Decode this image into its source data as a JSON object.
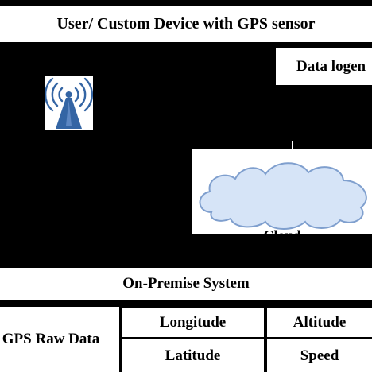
{
  "device_banner": {
    "label": "User/ Custom Device with GPS sensor"
  },
  "data_logger": {
    "label": "Data logen"
  },
  "cloud": {
    "label": "Cloud"
  },
  "onprem_banner": {
    "label": "On-Premise System"
  },
  "gps_table": {
    "row_header": "GPS Raw Data",
    "fields": [
      "Longitude",
      "Altitude",
      "Latitude",
      "Speed"
    ]
  },
  "colors": {
    "background": "#000000",
    "box": "#ffffff",
    "cloud_fill": "#d6e4f7",
    "cloud_stroke": "#7f9fce",
    "wifi_blue": "#3465a4"
  },
  "icons": {
    "wireless": "wireless-tower-icon",
    "cloud": "cloud-icon",
    "arrow": "arrow-down-icon"
  }
}
